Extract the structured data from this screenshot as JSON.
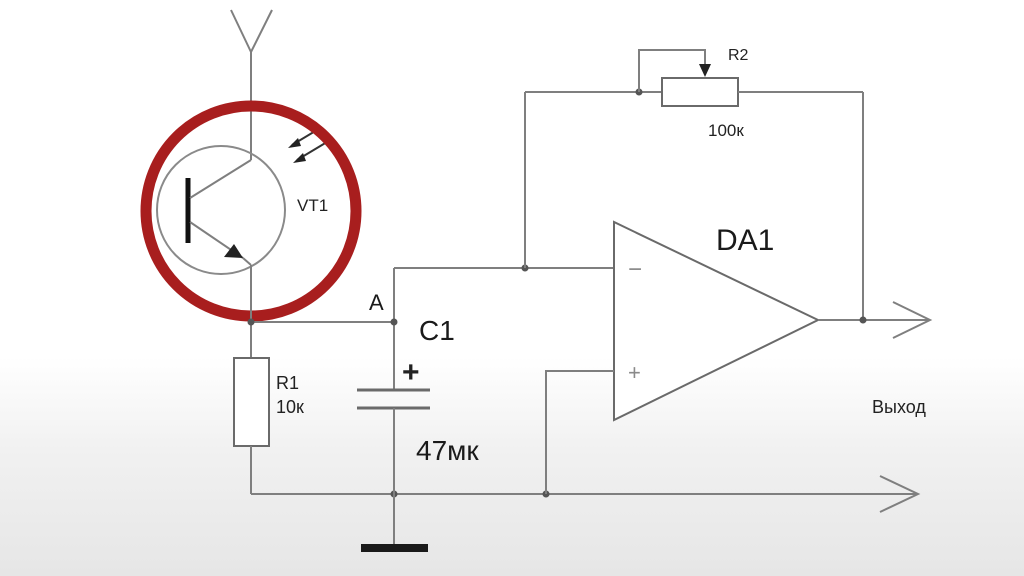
{
  "labels": {
    "vt1": "VT1",
    "r2": "R2",
    "r2_value": "100к",
    "da1": "DA1",
    "node_a": "A",
    "c1": "C1",
    "c1_polarity": "+",
    "c1_value": "47мк",
    "r1": "R1",
    "r1_value": "10к",
    "output": "Выход",
    "opamp_minus": "−",
    "opamp_plus": "+"
  },
  "colors": {
    "wire": "#7f7f7f",
    "highlight": "#a81e1e",
    "ground": "#1a1a1a"
  },
  "icons": {
    "antenna": "antenna-icon",
    "light_arrows": "incident-light-arrows-icon",
    "transistor": "phototransistor-icon"
  }
}
